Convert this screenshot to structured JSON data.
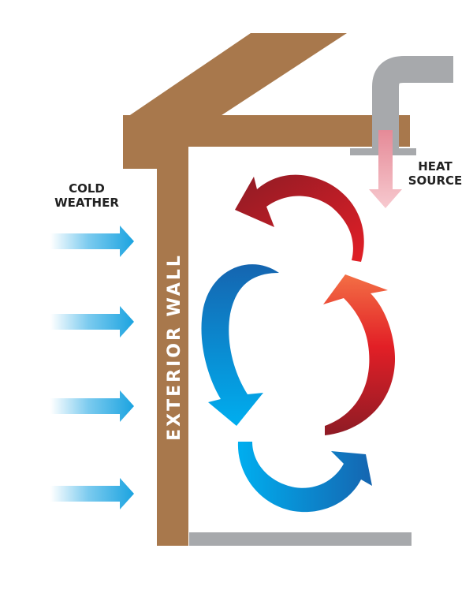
{
  "labels": {
    "cold_weather_line1": "COLD",
    "cold_weather_line2": "WEATHER",
    "heat_source_line1": "HEAT",
    "heat_source_line2": "SOURCE",
    "exterior_wall": "EXTERIOR WALL"
  },
  "colors": {
    "wood": "#A8784C",
    "duct": "#A7A9AC",
    "floor": "#A7A9AC",
    "cold_blue": "#1BA3E0",
    "cold_blue_dark": "#1565B0",
    "warm_red": "#E53935",
    "warm_red_dark": "#8E1B25",
    "warm_orange": "#F36F45",
    "heat_pink": "#E58A97"
  },
  "icons": [
    "cold-air-arrow",
    "heat-source-arrow",
    "convection-arrow"
  ]
}
